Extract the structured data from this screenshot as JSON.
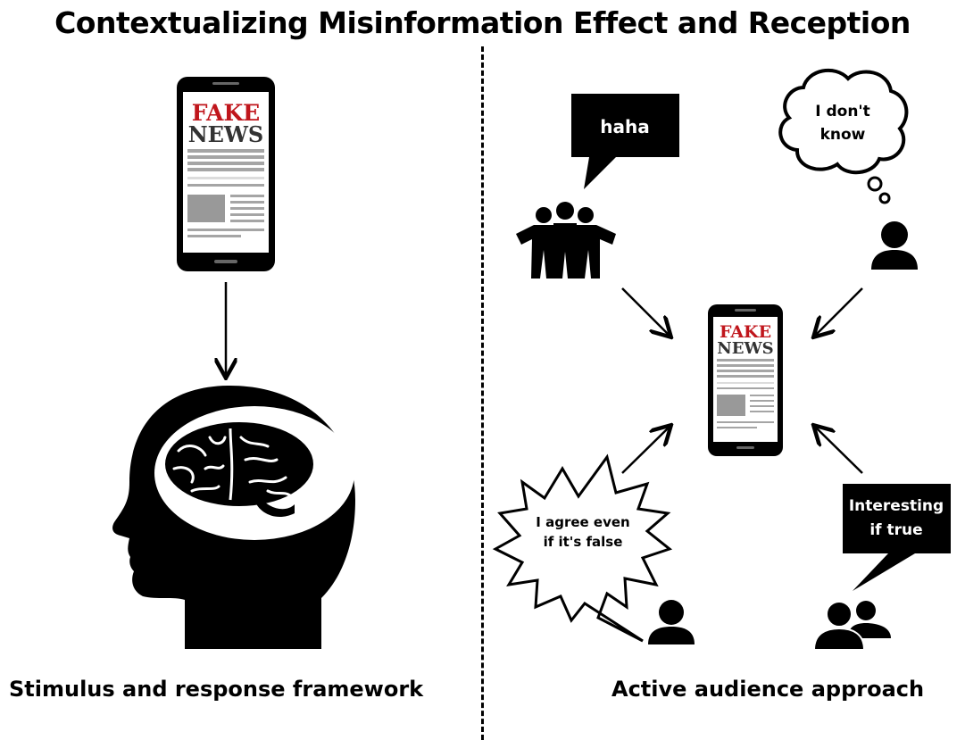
{
  "title": "Contextualizing Misinformation Effect and Reception",
  "left_caption": "Stimulus and response framework",
  "right_caption": "Active audience approach",
  "phone": {
    "fake": "FAKE",
    "news": "NEWS"
  },
  "bubbles": {
    "haha": "haha",
    "dont_know_1": "I don't",
    "dont_know_2": "know",
    "agree_1": "I agree even",
    "agree_2": "if it's false",
    "interesting_1": "Interesting",
    "interesting_2": "if true"
  },
  "colors": {
    "fake_red": "#c0161c",
    "ink": "#000000",
    "paper": "#ffffff",
    "grey": "#9a9a9a"
  },
  "icons": [
    "smartphone-icon",
    "brain-head-icon",
    "friends-group-icon",
    "person-icon",
    "two-people-icon"
  ]
}
